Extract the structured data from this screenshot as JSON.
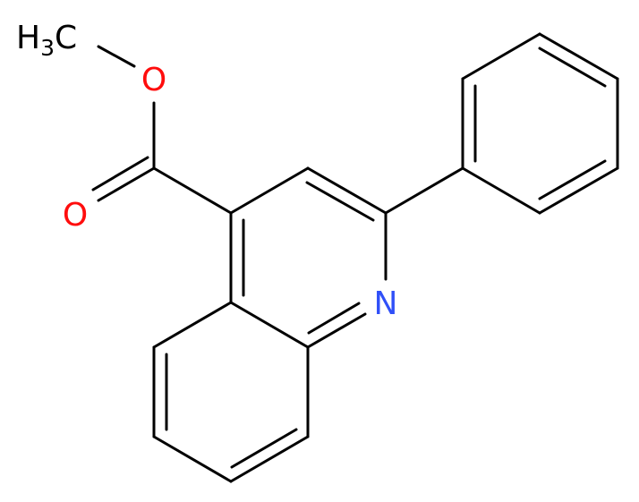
{
  "molecule": {
    "labels": {
      "methyl": {
        "main": "H",
        "sub": "3",
        "tail": "C",
        "color": "#000000"
      },
      "ether_oxygen": {
        "text": "O",
        "color": "#ff0d0d"
      },
      "carbonyl_oxygen": {
        "text": "O",
        "color": "#ff0d0d"
      },
      "ring_nitrogen": {
        "text": "N",
        "color": "#3050f8"
      }
    }
  }
}
